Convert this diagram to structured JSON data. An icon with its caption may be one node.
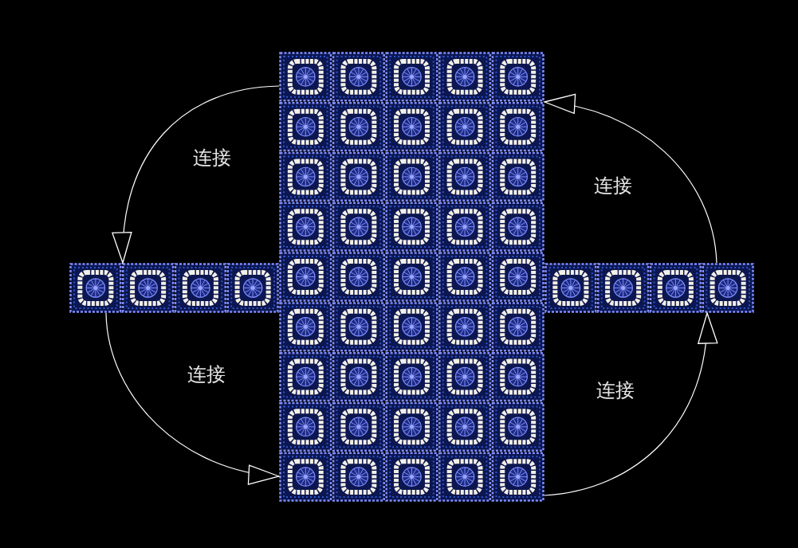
{
  "diagram": {
    "nodes": [
      {
        "text": [],
        "shape": "picture"
      },
      {
        "text": [],
        "shape": "picture"
      },
      {
        "text": [],
        "shape": "picture"
      }
    ],
    "edges": [
      {
        "from": 1,
        "to": 0,
        "arrow": "to",
        "label": "连接"
      },
      {
        "from": 0,
        "to": 1,
        "arrow": "to",
        "label": "连接"
      },
      {
        "from": 1,
        "to": 2,
        "arrow": "to",
        "label": "连接"
      },
      {
        "from": 2,
        "to": 1,
        "arrow": "to",
        "label": "连接"
      }
    ]
  }
}
